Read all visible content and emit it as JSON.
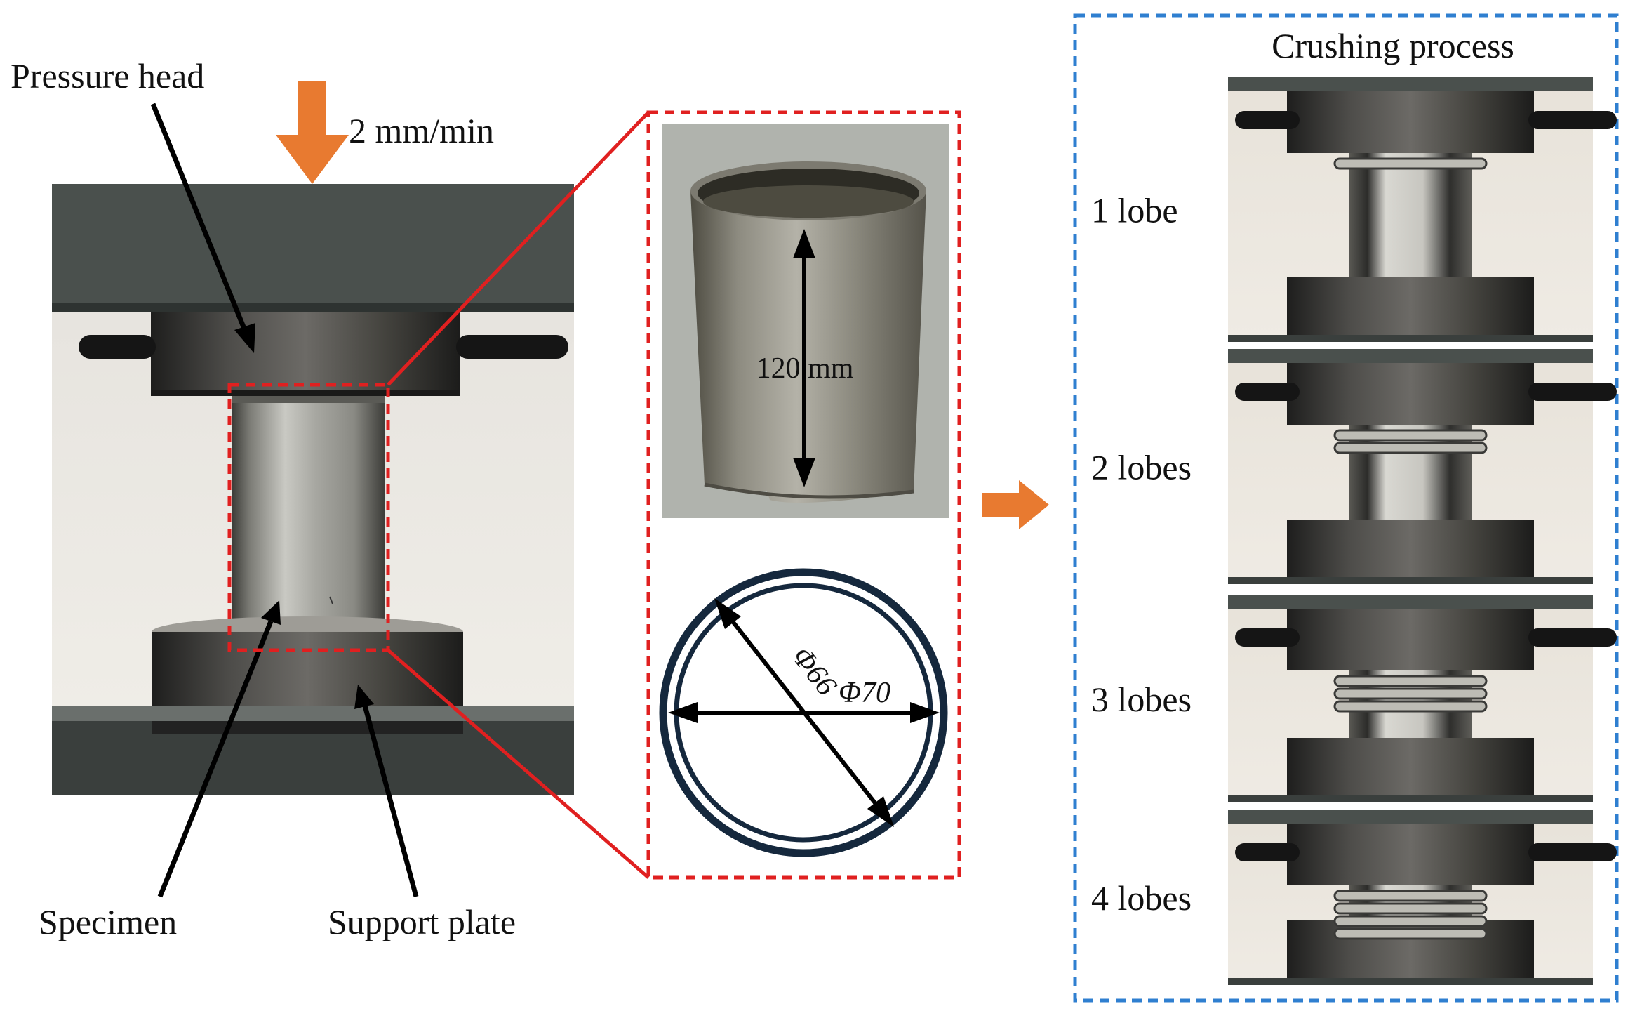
{
  "labels": {
    "pressure_head": "Pressure head",
    "speed": "2 mm/min",
    "specimen": "Specimen",
    "support_plate": "Support plate",
    "height": "120 mm",
    "inner_diameter": "Φ66",
    "outer_diameter": "Φ70",
    "crushing_process": "Crushing process"
  },
  "stages": [
    {
      "label": "1 lobe",
      "folds": 1
    },
    {
      "label": "2 lobes",
      "folds": 2
    },
    {
      "label": "3 lobes",
      "folds": 3
    },
    {
      "label": "4 lobes",
      "folds": 4
    }
  ],
  "colors": {
    "arrow_orange": "#e87a30",
    "zoom_red": "#e02020",
    "frame_blue": "#2f7fd0",
    "ring_navy": "#15283d"
  }
}
